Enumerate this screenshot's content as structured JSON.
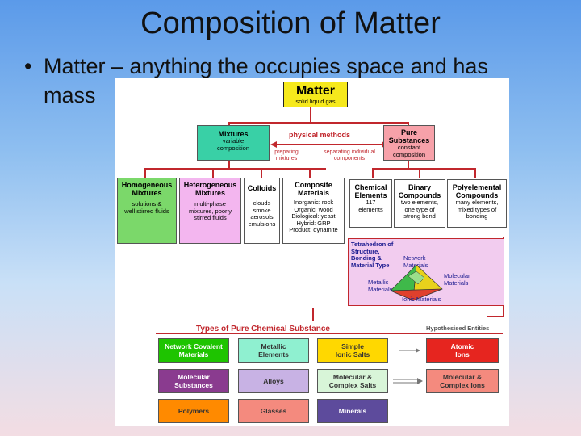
{
  "slide": {
    "title": "Composition of Matter",
    "bullet": "•",
    "text_line1": "Matter – anything the occupies space and has",
    "text_line2": "mass"
  },
  "diagram": {
    "matter": {
      "title": "Matter",
      "sub": "solid  liquid  gas"
    },
    "mixtures": {
      "title": "Mixtures",
      "sub1": "variable",
      "sub2": "composition"
    },
    "physical_methods": "physical methods",
    "preparing": {
      "l1": "preparing",
      "l2": "mixtures"
    },
    "separating": {
      "l1": "separating individual",
      "l2": "components"
    },
    "pure": {
      "title1": "Pure",
      "title2": "Substances",
      "sub1": "constant",
      "sub2": "composition"
    },
    "homogeneous": {
      "t1": "Homogeneous",
      "t2": "Mixtures",
      "s1": "solutions &",
      "s2": "well stirred fluids"
    },
    "heterogeneous": {
      "t1": "Heterogeneous",
      "t2": "Mixtures",
      "s1": "multi-phase",
      "s2": "mixtures, poorly",
      "s3": "stirred fluids"
    },
    "colloids": {
      "t1": "Colloids",
      "s1": "clouds",
      "s2": "smoke",
      "s3": "aerosols",
      "s4": "emulsions"
    },
    "composite": {
      "t1": "Composite",
      "t2": "Materials",
      "s1": "Inorganic: rock",
      "s2": "Organic: wood",
      "s3": "Biological: yeast",
      "s4": "Hybrid: GRP",
      "s5": "Product: dynamite"
    },
    "chemical": {
      "t1": "Chemical",
      "t2": "Elements",
      "s1": "117",
      "s2": "elements"
    },
    "binary": {
      "t1": "Binary",
      "t2": "Compounds",
      "s1": "two elements,",
      "s2": "one type of",
      "s3": "strong bond"
    },
    "polyelemental": {
      "t1": "Polyelemental",
      "t2": "Compounds",
      "s1": "many elements,",
      "s2": "mixed types of",
      "s3": "bonding"
    },
    "tetrahedron": {
      "t1": "Tetrahedron of",
      "t2": "Structure,",
      "t3": "Bonding &",
      "t4": "Material Type",
      "network": "Network",
      "network2": "Materials",
      "molecular": "Molecular",
      "molecular2": "Materials",
      "metallic": "Metallic",
      "metallic2": "Materials",
      "ionic": "Ionic Materials"
    },
    "types_header": "Types of Pure Chemical Substance",
    "hypothesised": "Hypothesised Entities",
    "grid": [
      {
        "label1": "Network Covalent",
        "label2": "Materials"
      },
      {
        "label1": "Metallic",
        "label2": "Elements"
      },
      {
        "label1": "Simple",
        "label2": "Ionic Salts"
      },
      {
        "label1": "Atomic",
        "label2": "Ions"
      },
      {
        "label1": "Molecular",
        "label2": "Substances"
      },
      {
        "label1": "Alloys",
        "label2": ""
      },
      {
        "label1": "Molecular &",
        "label2": "Complex Salts"
      },
      {
        "label1": "Molecular &",
        "label2": "Complex Ions"
      },
      {
        "label1": "Polymers",
        "label2": ""
      },
      {
        "label1": "Glasses",
        "label2": ""
      },
      {
        "label1": "Minerals",
        "label2": ""
      }
    ]
  },
  "colors": {
    "matter_fill": "#f6e91c",
    "mixtures_fill": "#39d0a6",
    "pure_fill": "#f7a1a9",
    "homog_fill": "#7bd86a",
    "hetero_fill": "#f3b6ef",
    "colloid_fill": "#ffffff",
    "tet_fill": "#f2ccef",
    "accent_red": "#c1272d",
    "green": "#1ec400",
    "yellow": "#ffd800",
    "red": "#e6251f",
    "teal": "#8ff0d0",
    "purple": "#8a3b8f",
    "lilac": "#c8b2e4",
    "mint": "#d8f5d8",
    "orange": "#ff8a00",
    "salmon": "#f48a7e",
    "indigo": "#5d4b9c"
  }
}
